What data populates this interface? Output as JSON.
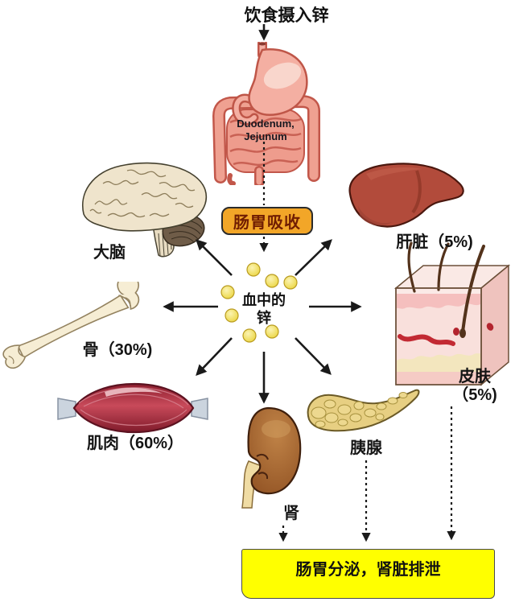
{
  "diagram": {
    "title": "饮食摄入锌",
    "digestive": {
      "label_line1": "Duodenum,",
      "label_line2": "Jejunum"
    },
    "absorption_box": "肠胃吸收",
    "center": {
      "line1": "血中的",
      "line2": "锌"
    },
    "organs": {
      "brain": "大脑",
      "liver": "肝脏（5%)",
      "skin_line1": "皮肤",
      "skin_line2": "（5%)",
      "bone": "骨（30%)",
      "muscle": "肌肉（60%）",
      "kidney": "肾",
      "pancreas": "胰腺"
    },
    "excretion_box": "肠胃分泌，肾脏排泄",
    "colors": {
      "absorption_box_bg": "#F2A628",
      "absorption_text": "#701D02",
      "excretion_box_bg": "#FFFF00",
      "zinc_dot": "#EDD94F",
      "arrow": "#1A1A1A",
      "liver_fill": "#B24B3B",
      "muscle_fill": "#A82A3C",
      "kidney_fill": "#8D4E20",
      "pancreas_fill": "#E7CF82",
      "bone_fill": "#F6EDD4",
      "brain_fill": "#EFE4CC"
    }
  }
}
